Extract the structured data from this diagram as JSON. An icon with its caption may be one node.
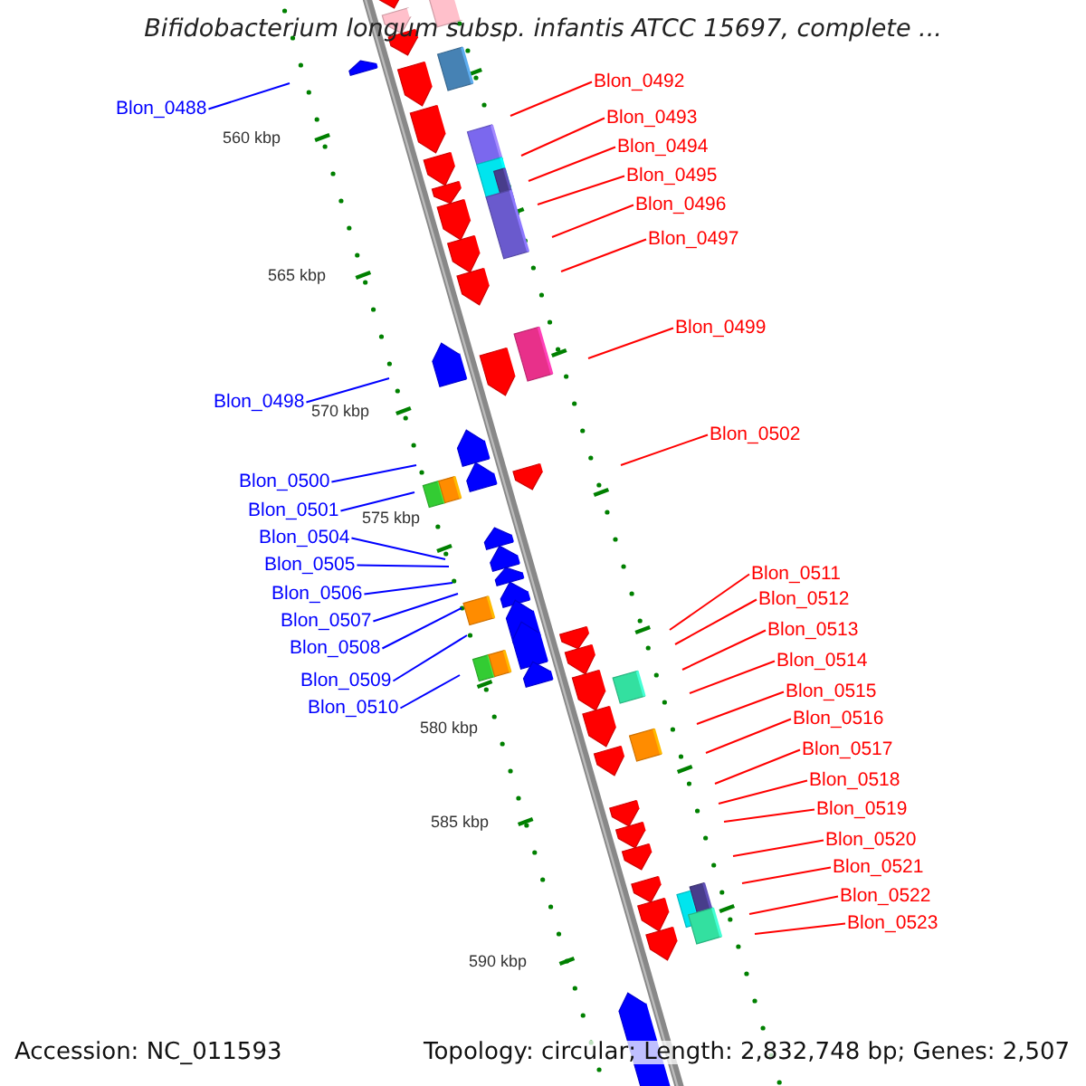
{
  "diagram": {
    "title": "Bifidobacterium longum subsp. infantis ATCC 15697, complete ...",
    "nodes": [
      {
        "text": [
          "Blon_0492"
        ]
      },
      {
        "text": [
          "Blon_0488"
        ]
      },
      {
        "text": [
          "Blon_0493"
        ]
      },
      {
        "text": [
          "Blon_0494"
        ]
      },
      {
        "text": [
          "Blon_0495"
        ]
      },
      {
        "text": [
          "Blon_0496"
        ]
      },
      {
        "text": [
          "Blon_0497"
        ]
      },
      {
        "text": [
          "Blon_0499"
        ]
      },
      {
        "text": [
          "Blon_0498"
        ]
      },
      {
        "text": [
          "Blon_0502"
        ]
      },
      {
        "text": [
          "Blon_0500"
        ]
      },
      {
        "text": [
          "Blon_0501"
        ]
      },
      {
        "text": [
          "Blon_0504"
        ]
      },
      {
        "text": [
          "Blon_0505"
        ]
      },
      {
        "text": [
          "Blon_0511"
        ]
      },
      {
        "text": [
          "Blon_0506"
        ]
      },
      {
        "text": [
          "Blon_0512"
        ]
      },
      {
        "text": [
          "Blon_0507"
        ]
      },
      {
        "text": [
          "Blon_0513"
        ]
      },
      {
        "text": [
          "Blon_0508"
        ]
      },
      {
        "text": [
          "Blon_0514"
        ]
      },
      {
        "text": [
          "Blon_0509"
        ]
      },
      {
        "text": [
          "Blon_0515"
        ]
      },
      {
        "text": [
          "Blon_0510"
        ]
      },
      {
        "text": [
          "Blon_0516"
        ]
      },
      {
        "text": [
          "Blon_0517"
        ]
      },
      {
        "text": [
          "Blon_0518"
        ]
      },
      {
        "text": [
          "Blon_0519"
        ]
      },
      {
        "text": [
          "Blon_0520"
        ]
      },
      {
        "text": [
          "Blon_0521"
        ]
      },
      {
        "text": [
          "Blon_0522"
        ]
      },
      {
        "text": [
          "Blon_0523"
        ]
      }
    ],
    "edges": [
      {
        "from": 0,
        "to": null,
        "arrow": "none"
      },
      {
        "from": 1,
        "to": null,
        "arrow": "none",
        "color": "#0000ff"
      },
      {
        "from": 2,
        "to": null,
        "arrow": "none"
      },
      {
        "from": 3,
        "to": null,
        "arrow": "none"
      },
      {
        "from": 4,
        "to": null,
        "arrow": "none"
      },
      {
        "from": 5,
        "to": null,
        "arrow": "none"
      },
      {
        "from": 6,
        "to": null,
        "arrow": "none"
      },
      {
        "from": 7,
        "to": null,
        "arrow": "none"
      },
      {
        "from": 8,
        "to": null,
        "arrow": "none",
        "color": "#0000ff"
      },
      {
        "from": 9,
        "to": null,
        "arrow": "none"
      },
      {
        "from": 10,
        "to": null,
        "arrow": "none",
        "color": "#0000ff"
      },
      {
        "from": 11,
        "to": null,
        "arrow": "none",
        "color": "#0000ff"
      },
      {
        "from": 12,
        "to": null,
        "arrow": "none",
        "color": "#0000ff"
      },
      {
        "from": 13,
        "to": null,
        "arrow": "none",
        "color": "#0000ff"
      },
      {
        "from": 14,
        "to": null,
        "arrow": "none"
      },
      {
        "from": 15,
        "to": null,
        "arrow": "none",
        "color": "#0000ff"
      },
      {
        "from": 16,
        "to": null,
        "arrow": "none"
      },
      {
        "from": 17,
        "to": null,
        "arrow": "none",
        "color": "#0000ff"
      },
      {
        "from": 18,
        "to": null,
        "arrow": "none"
      },
      {
        "from": 19,
        "to": null,
        "arrow": "none",
        "color": "#0000ff"
      },
      {
        "from": 20,
        "to": null,
        "arrow": "none"
      },
      {
        "from": 21,
        "to": null,
        "arrow": "none",
        "color": "#0000ff"
      },
      {
        "from": 22,
        "to": null,
        "arrow": "none"
      },
      {
        "from": 23,
        "to": null,
        "arrow": "none",
        "color": "#0000ff"
      },
      {
        "from": 24,
        "to": null,
        "arrow": "none"
      },
      {
        "from": 25,
        "to": null,
        "arrow": "none"
      },
      {
        "from": 26,
        "to": null,
        "arrow": "none"
      },
      {
        "from": 27,
        "to": null,
        "arrow": "none"
      },
      {
        "from": 28,
        "to": null,
        "arrow": "none"
      },
      {
        "from": 29,
        "to": null,
        "arrow": "none"
      },
      {
        "from": 30,
        "to": null,
        "arrow": "none"
      },
      {
        "from": 31,
        "to": null,
        "arrow": "none"
      }
    ],
    "labels": [
      "560 kbp",
      "565 kbp",
      "570 kbp",
      "575 kbp",
      "580 kbp",
      "585 kbp",
      "590 kbp",
      "Accession: NC_011593",
      "Topology: circular; Length: 2,832,748 bp; Genes: 2,507"
    ]
  }
}
